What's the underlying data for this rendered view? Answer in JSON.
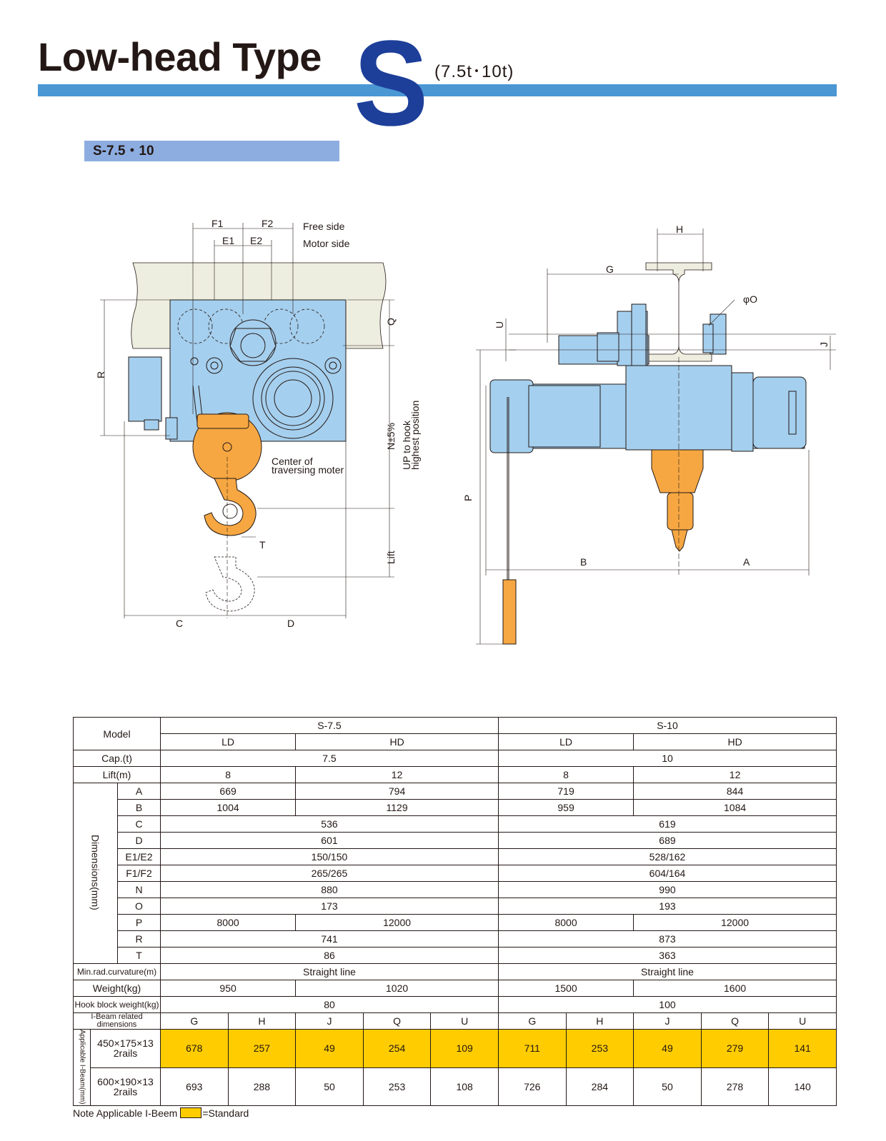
{
  "header": {
    "title": "Low-head Type",
    "series_letter": "S",
    "capacity_range": "(7.5t･10t)",
    "model_tag": "S-7.5・10"
  },
  "drawing": {
    "labels": {
      "F1": "F1",
      "F2": "F2",
      "E1": "E1",
      "E2": "E2",
      "free_side": "Free side",
      "motor_side": "Motor side",
      "R": "R",
      "Q": "Q",
      "N": "N±5%",
      "up_to_hook": "UP to hook",
      "highest_position": "highest position",
      "center_of": "Center of",
      "traversing_moter": "traversing moter",
      "T": "T",
      "Lift": "Lift",
      "C": "C",
      "D": "D",
      "H": "H",
      "G": "G",
      "phi_O": "φO",
      "U": "U",
      "J": "J",
      "P": "P",
      "B": "B",
      "A": "A"
    },
    "colors": {
      "body": "#a5cfee",
      "hook": "#f6a742",
      "beam": "#eeeee0",
      "outline": "#231815"
    }
  },
  "table": {
    "model_label": "Model",
    "models": [
      "S-7.5",
      "S-10"
    ],
    "types": [
      "LD",
      "HD",
      "LD",
      "HD"
    ],
    "cap_label": "Cap.(t)",
    "cap": [
      "7.5",
      "10"
    ],
    "lift_label": "Lift(m)",
    "lift": [
      "8",
      "12",
      "8",
      "12"
    ],
    "dimensions_label": "Dimensions(mm)",
    "A": [
      "669",
      "794",
      "719",
      "844"
    ],
    "B": [
      "1004",
      "1129",
      "959",
      "1084"
    ],
    "C": [
      "536",
      "619"
    ],
    "D": [
      "601",
      "689"
    ],
    "E1E2_label": "E1/E2",
    "E1E2": [
      "150/150",
      "528/162"
    ],
    "F1F2_label": "F1/F2",
    "F1F2": [
      "265/265",
      "604/164"
    ],
    "N": [
      "880",
      "990"
    ],
    "O": [
      "173",
      "193"
    ],
    "P": [
      "8000",
      "12000",
      "8000",
      "12000"
    ],
    "R": [
      "741",
      "873"
    ],
    "T": [
      "86",
      "363"
    ],
    "min_rad_label": "Min.rad.curvature(m)",
    "min_rad": [
      "Straight line",
      "Straight line"
    ],
    "weight_label": "Weight(kg)",
    "weight": [
      "950",
      "1020",
      "1500",
      "1600"
    ],
    "hook_weight_label": "Hook block weight(kg)",
    "hook_weight": [
      "80",
      "100"
    ],
    "ibeam_label": "I-Beam related dimensions",
    "ibeam_cols": [
      "G",
      "H",
      "J",
      "Q",
      "U",
      "G",
      "H",
      "J",
      "Q",
      "U"
    ],
    "applicable_label": "Applicable I-Beam(mm)",
    "beam1": {
      "size": "450×175×13",
      "rails": "2rails",
      "values": [
        "678",
        "257",
        "49",
        "254",
        "109",
        "711",
        "253",
        "49",
        "279",
        "141"
      ]
    },
    "beam2": {
      "size": "600×190×13",
      "rails": "2rails",
      "values": [
        "693",
        "288",
        "50",
        "253",
        "108",
        "726",
        "284",
        "50",
        "278",
        "140"
      ]
    }
  },
  "note": {
    "prefix": "Note Applicable I-Beem",
    "suffix": "=Standard"
  }
}
